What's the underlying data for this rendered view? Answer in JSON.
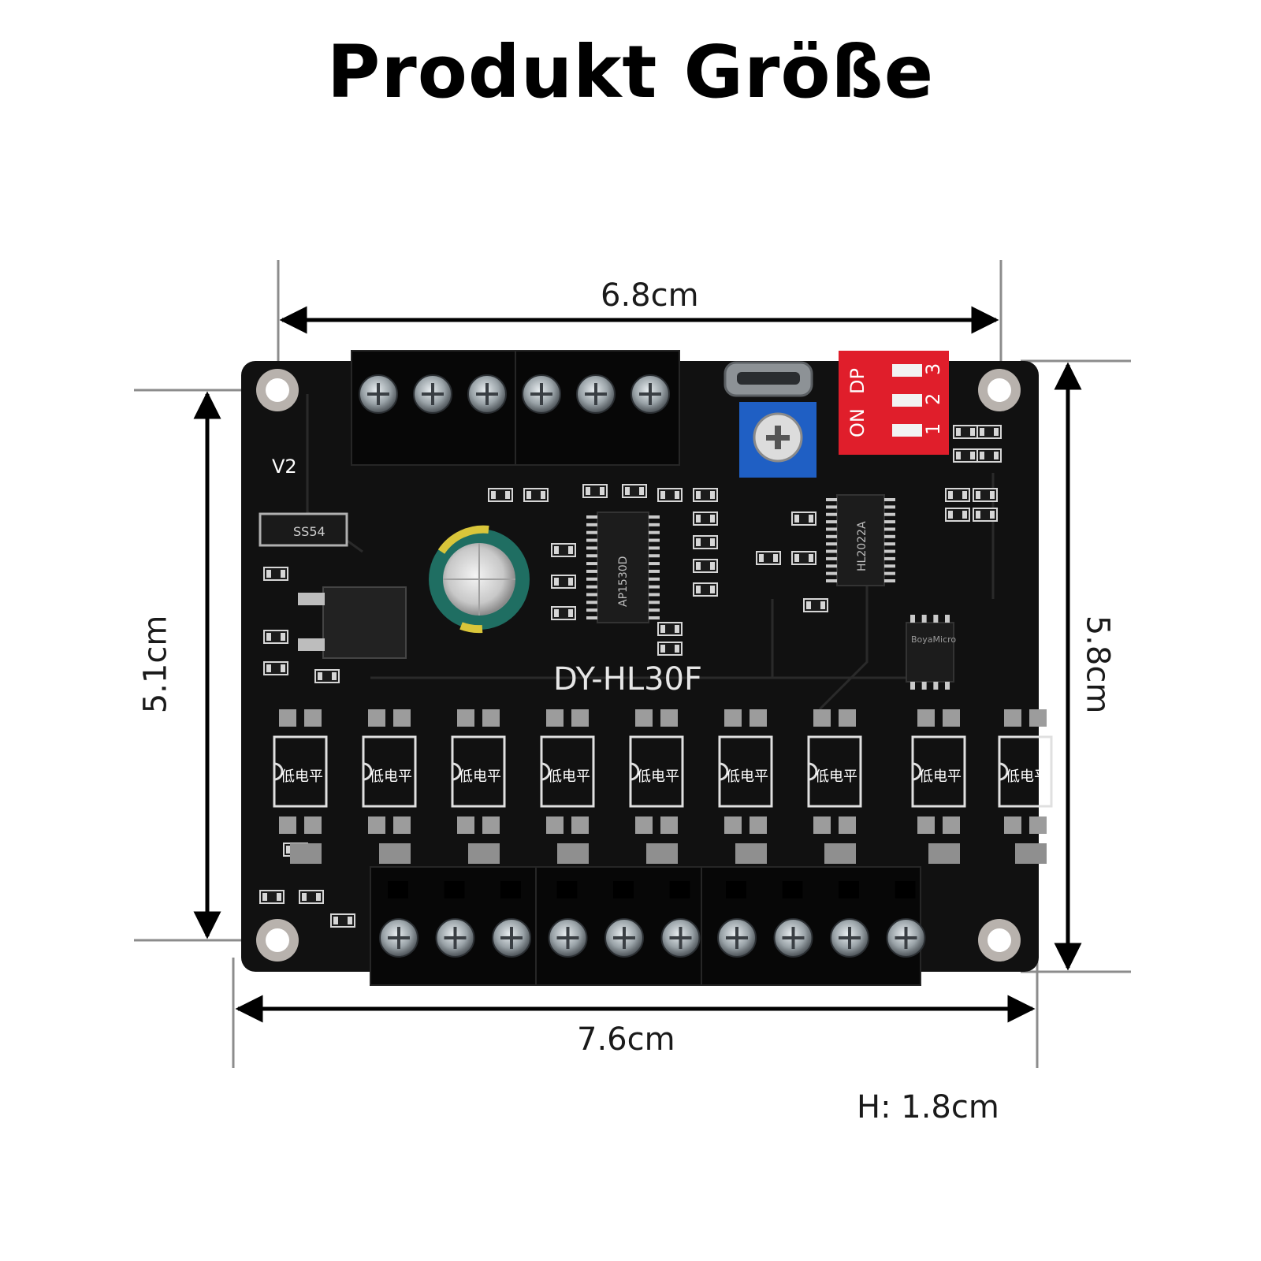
{
  "title": "Produkt Größe",
  "dimensions": {
    "top_width": "6.8cm",
    "bottom_width": "7.6cm",
    "left_height": "5.1cm",
    "right_height": "5.8cm",
    "height_note": "H: 1.8cm"
  },
  "board": {
    "model": "DY-HL30F",
    "version": "V2",
    "dip_switch": {
      "label_left": "ON",
      "label_right": "DP",
      "numbers": [
        "1",
        "2",
        "3"
      ]
    },
    "chips": [
      "AP1530D",
      "HL2022A",
      "SS54",
      "BoyaMicro"
    ],
    "opto_label": "低电平",
    "opto_count": 9,
    "top_terminal_count": 6,
    "bottom_terminal_count": 10
  },
  "colors": {
    "pcb": "#111111",
    "dip_switch": "#e01e2b",
    "potentiometer": "#1f5fc4",
    "capacitor": "#1f6e62",
    "guide_line": "#8c8c8c"
  }
}
